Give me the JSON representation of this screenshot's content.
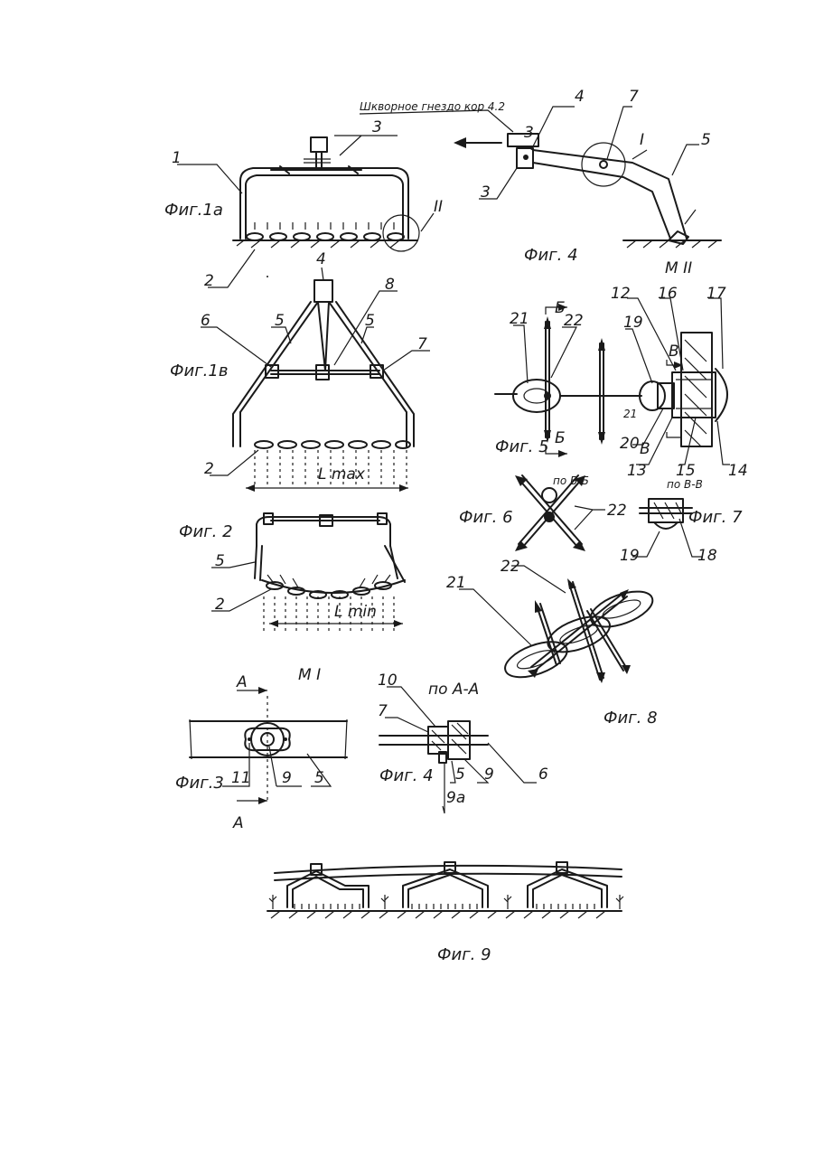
{
  "figures": {
    "fig1a": {
      "caption": "Фиг.1а",
      "labels": [
        "1",
        "3",
        "2",
        "II"
      ]
    },
    "fig1b": {
      "caption": "Фиг.1в",
      "labels": [
        "4",
        "8",
        "6",
        "5",
        "5",
        "7",
        "2"
      ],
      "dimension": "L max"
    },
    "fig2": {
      "caption": "Фиг. 2",
      "labels": [
        "5",
        "2"
      ],
      "dimension": "L min"
    },
    "fig3": {
      "caption": "Фиг.3",
      "section_mark": "А",
      "view_title": "М I",
      "labels": [
        "11",
        "9",
        "5"
      ]
    },
    "fig4_top": {
      "caption": "Фиг. 4",
      "header_note": "Шкворное гнездо кор 4.2",
      "labels": [
        "4",
        "7",
        "I",
        "5",
        "3",
        "3"
      ],
      "detail_mark": "М II"
    },
    "fig4_section": {
      "caption": "Фиг. 4",
      "view_title": "по А-А",
      "labels": [
        "10",
        "7",
        "5",
        "9",
        "9а",
        "6"
      ]
    },
    "fig5": {
      "caption": "Фиг. 5",
      "labels": [
        "12",
        "16",
        "17",
        "21",
        "22",
        "19",
        "Б",
        "Б",
        "В",
        "В",
        "21",
        "20",
        "13",
        "15",
        "14"
      ]
    },
    "fig6": {
      "caption": "Фиг. 6",
      "view_title": "по Б-Б",
      "labels": [
        "22"
      ]
    },
    "fig7": {
      "caption": "Фиг. 7",
      "view_title": "по В-В",
      "labels": [
        "19",
        "18"
      ]
    },
    "fig8": {
      "caption": "Фиг. 8",
      "labels": [
        "21",
        "22"
      ]
    },
    "fig9": {
      "caption": "Фиг. 9"
    }
  },
  "colors": {
    "ink": "#1a1a1a",
    "paper": "#ffffff"
  }
}
